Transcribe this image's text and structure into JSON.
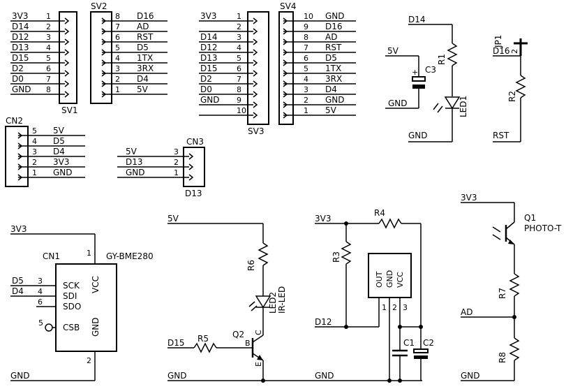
{
  "headers": [
    {
      "id": "sv1",
      "name": "SV1",
      "pins": [
        {
          "n": "1",
          "net": "3V3"
        },
        {
          "n": "2",
          "net": "D14"
        },
        {
          "n": "3",
          "net": "D12"
        },
        {
          "n": "4",
          "net": "D13"
        },
        {
          "n": "5",
          "net": "D15"
        },
        {
          "n": "6",
          "net": "D2"
        },
        {
          "n": "7",
          "net": "D0"
        },
        {
          "n": "8",
          "net": "GND"
        }
      ]
    },
    {
      "id": "sv2",
      "name": "SV2",
      "pins": [
        {
          "n": "8",
          "net": "D16"
        },
        {
          "n": "7",
          "net": "AD"
        },
        {
          "n": "6",
          "net": "RST"
        },
        {
          "n": "5",
          "net": "D5"
        },
        {
          "n": "4",
          "net": "1TX"
        },
        {
          "n": "3",
          "net": "3RX"
        },
        {
          "n": "2",
          "net": "D4"
        },
        {
          "n": "1",
          "net": "5V"
        }
      ]
    },
    {
      "id": "sv3",
      "name": "SV3",
      "pins": [
        {
          "n": "1",
          "net": "3V3"
        },
        {
          "n": "2",
          "net": ""
        },
        {
          "n": "3",
          "net": "D14"
        },
        {
          "n": "4",
          "net": "D12"
        },
        {
          "n": "5",
          "net": "D13"
        },
        {
          "n": "6",
          "net": "D15"
        },
        {
          "n": "7",
          "net": "D2"
        },
        {
          "n": "8",
          "net": "D0"
        },
        {
          "n": "9",
          "net": "GND"
        },
        {
          "n": "10",
          "net": ""
        }
      ]
    },
    {
      "id": "sv4",
      "name": "SV4",
      "pins": [
        {
          "n": "10",
          "net": "GND"
        },
        {
          "n": "9",
          "net": "D16"
        },
        {
          "n": "8",
          "net": "AD"
        },
        {
          "n": "7",
          "net": "RST"
        },
        {
          "n": "6",
          "net": "D5"
        },
        {
          "n": "5",
          "net": "1TX"
        },
        {
          "n": "4",
          "net": "3RX"
        },
        {
          "n": "3",
          "net": "D4"
        },
        {
          "n": "2",
          "net": "GND"
        },
        {
          "n": "1",
          "net": "5V"
        }
      ]
    },
    {
      "id": "cn2",
      "name": "CN2",
      "pins": [
        {
          "n": "5",
          "net": "5V"
        },
        {
          "n": "4",
          "net": "D5"
        },
        {
          "n": "3",
          "net": "D4"
        },
        {
          "n": "2",
          "net": "3V3"
        },
        {
          "n": "1",
          "net": "GND"
        }
      ]
    },
    {
      "id": "cn3",
      "name": "CN3",
      "value": "D13",
      "pins": [
        {
          "n": "3",
          "net": "5V"
        },
        {
          "n": "2",
          "net": "D13"
        },
        {
          "n": "1",
          "net": "GND"
        }
      ]
    }
  ],
  "led_circuit": {
    "net_top": "D14",
    "net_cap": "5V",
    "net_cap_gnd": "GND",
    "net_gnd": "GND",
    "cap": "C3",
    "cap_plus": "+",
    "resistor": "R1",
    "led": "LED1"
  },
  "reset_circuit": {
    "jumper": "JP1",
    "jumper_pin": "2",
    "net_jumper": "D16",
    "resistor": "R2",
    "net_rst": "RST"
  },
  "sensor_module": {
    "connector": "CN1",
    "part": "GY-BME280",
    "net_vcc": "3V3",
    "net_gnd": "GND",
    "vcc_label": "VCC",
    "gnd_label": "GND",
    "pins": [
      {
        "n": "1",
        "label": "VCC",
        "net": "3V3"
      },
      {
        "n": "3",
        "label": "SCK",
        "net": "D5"
      },
      {
        "n": "4",
        "label": "SDI",
        "net": "D4"
      },
      {
        "n": "6",
        "label": "SDO",
        "net": ""
      },
      {
        "n": "5",
        "label": "CSB",
        "net": ""
      },
      {
        "n": "2",
        "label": "GND",
        "net": "GND"
      }
    ]
  },
  "ir_led_circuit": {
    "net_supply": "5V",
    "net_drive": "D15",
    "net_gnd": "GND",
    "r_led": "R6",
    "led": "LED2",
    "led_value": "IR-LED",
    "r_base": "R5",
    "transistor": "Q2",
    "base": "B",
    "collector": "C",
    "emitter": "E"
  },
  "ir_receiver": {
    "net_supply": "3V3",
    "net_out": "D12",
    "net_gnd": "GND",
    "resistor_series": "R4",
    "resistor_pullup": "R3",
    "pins": [
      "OUT",
      "GND",
      "VCC"
    ],
    "pin_numbers": [
      "1",
      "2",
      "3"
    ],
    "cap1": "C1",
    "cap2": "C2"
  },
  "photo_circuit": {
    "net_supply": "3V3",
    "net_out": "AD",
    "net_gnd": "GND",
    "transistor": "Q1",
    "transistor_type": "PHOTO-T",
    "r_top": "R7",
    "r_bottom": "R8"
  }
}
